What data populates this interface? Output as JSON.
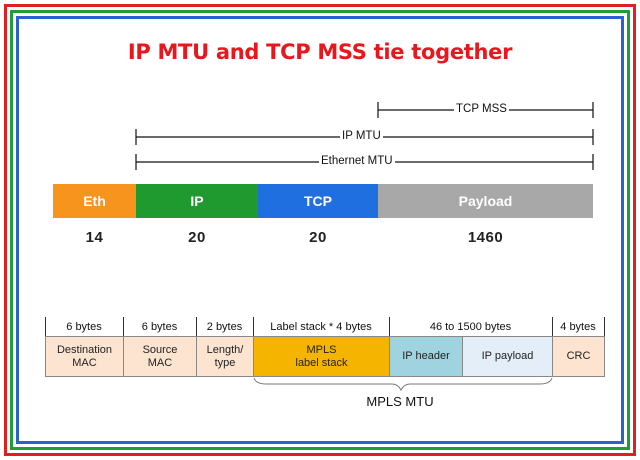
{
  "title": "IP MTU and TCP MSS tie together",
  "dimension_lines": {
    "tcp_mss": "TCP MSS",
    "ip_mtu": "IP MTU",
    "ethernet_mtu": "Ethernet MTU"
  },
  "colors": {
    "eth": "#f7941e",
    "ip": "#1f9a2e",
    "tcp": "#1f6fe0",
    "payload": "#a8a8a8",
    "title": "#e8171d"
  },
  "segments": [
    {
      "label": "Eth",
      "size": "14"
    },
    {
      "label": "IP",
      "size": "20"
    },
    {
      "label": "TCP",
      "size": "20"
    },
    {
      "label": "Payload",
      "size": "1460"
    }
  ],
  "mpls_table": {
    "headers": [
      "6 bytes",
      "6 bytes",
      "2 bytes",
      "Label stack * 4 bytes",
      "46 to 1500 bytes",
      "4 bytes"
    ],
    "cells": [
      {
        "text": "Destination\nMAC"
      },
      {
        "text": "Source\nMAC"
      },
      {
        "text": "Length/\ntype"
      },
      {
        "text": "MPLS\nlabel stack"
      },
      {
        "text": "IP header"
      },
      {
        "text": "IP payload"
      },
      {
        "text": "CRC"
      }
    ],
    "brace_label": "MPLS MTU"
  }
}
